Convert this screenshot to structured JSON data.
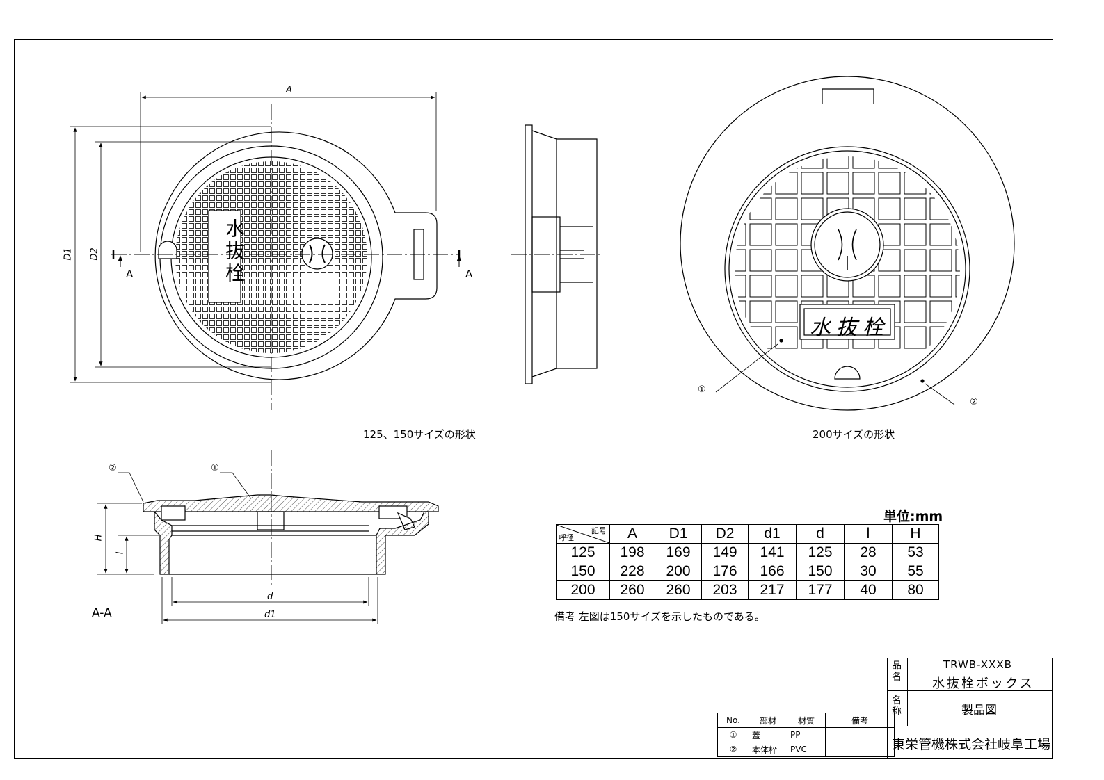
{
  "views": {
    "top_small_caption": "125、150サイズの形状",
    "top_large_caption": "200サイズの形状",
    "section_caption": "A-A",
    "section_mark": "A",
    "cover_text": "水抜栓"
  },
  "dimension_labels": {
    "A": "A",
    "D1": "D1",
    "D2": "D2",
    "H": "H",
    "l": "l",
    "d": "d",
    "d1": "d1"
  },
  "callouts": {
    "part1": "①",
    "part2": "②"
  },
  "unit_label": "単位:mm",
  "spec_table": {
    "corner_top": "記号",
    "corner_bottom": "呼径",
    "headers": [
      "A",
      "D1",
      "D2",
      "d1",
      "d",
      "l",
      "H"
    ],
    "rows": [
      [
        "125",
        "198",
        "169",
        "149",
        "141",
        "125",
        "28",
        "53"
      ],
      [
        "150",
        "228",
        "200",
        "176",
        "166",
        "150",
        "30",
        "55"
      ],
      [
        "200",
        "260",
        "260",
        "203",
        "217",
        "177",
        "40",
        "80"
      ]
    ]
  },
  "note": "備考 左図は150サイズを示したものである。",
  "parts_table": {
    "headers": [
      "No.",
      "部材",
      "材質",
      "備考"
    ],
    "rows": [
      [
        "①",
        "蓋",
        "PP",
        ""
      ],
      [
        "②",
        "本体枠",
        "PVC",
        ""
      ]
    ]
  },
  "title_block": {
    "product_name_label": "品名",
    "product_code": "TRWB-XXXB",
    "product_name": "水抜栓ボックス",
    "title_label": "名称",
    "title": "製品図",
    "company": "東栄管機株式会社岐阜工場"
  }
}
